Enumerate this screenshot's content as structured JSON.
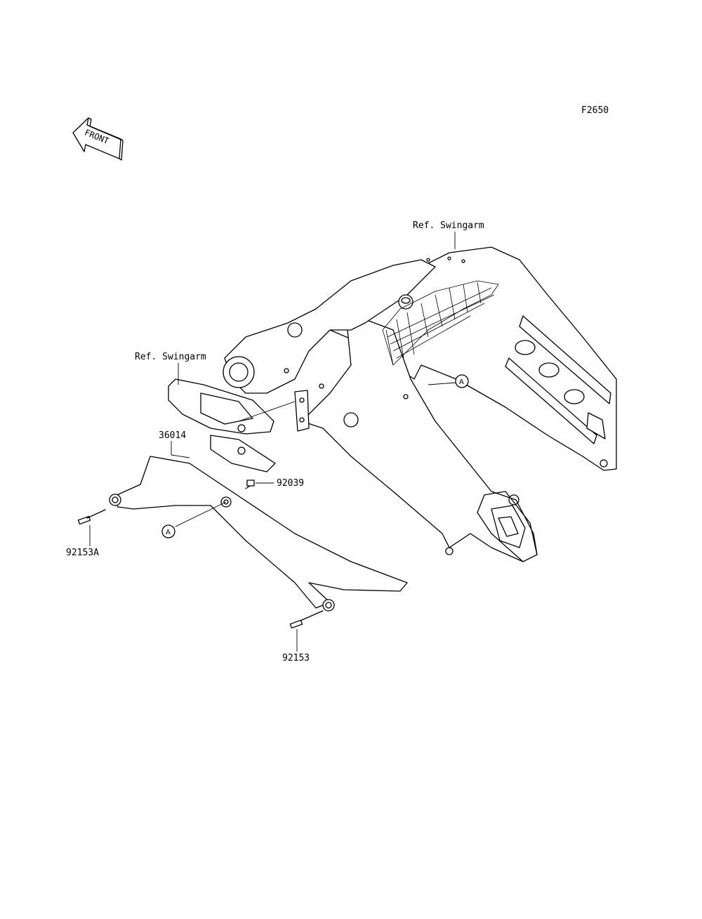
{
  "figure_code": "F2650",
  "front_badge": "FRONT",
  "labels": {
    "ref_swingarm_top": "Ref. Swingarm",
    "ref_swingarm_left": "Ref. Swingarm",
    "part_36014": "36014",
    "part_92039": "92039",
    "part_92153A": "92153A",
    "part_92153": "92153"
  },
  "callouts": {
    "a_right": "A",
    "a_left": "A"
  }
}
